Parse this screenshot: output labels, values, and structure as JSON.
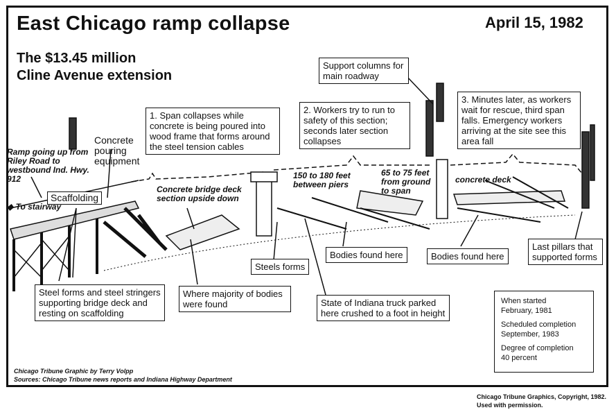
{
  "title": "East Chicago ramp collapse",
  "date": "April 15, 1982",
  "subtitle": [
    "The $13.45 million",
    "Cline Avenue extension"
  ],
  "callouts": {
    "support_columns": "Support columns for main roadway",
    "step1": "1. Span collapses while concrete is being poured into wood frame that forms around the steel tension cables",
    "step2": "2. Workers try to run to safety of this section; seconds later section collapses",
    "step3": "3. Minutes later, as workers wait for rescue, third span falls. Emergency workers arriving at the site see this area fall",
    "ramp": "Ramp going up from Riley Road to westbound Ind. Hwy. 912",
    "concrete_equipment": "Concrete pouring equipment",
    "scaffolding": "Scaffolding",
    "stairway": "To stairway",
    "deck_upside_down": "Concrete bridge deck section upside down",
    "pier_distance": "150 to 180 feet between piers",
    "height": "65 to 75 feet from ground to span",
    "concrete_deck": "concrete deck",
    "steels_forms": "Steels forms",
    "bodies1": "Bodies found here",
    "bodies2": "Bodies found here",
    "last_pillars": "Last pillars that supported forms",
    "steel_stringers": "Steel forms and steel stringers supporting bridge deck and resting on scaffolding",
    "majority_bodies": "Where majority of bodies were found",
    "truck": "State of Indiana truck parked here crushed to a foot in height"
  },
  "facts": {
    "started_label": "When started",
    "started_value": "February, 1981",
    "completion_label": "Scheduled completion",
    "completion_value": "September, 1983",
    "degree_label": "Degree of completion",
    "degree_value": "40 percent"
  },
  "credits": {
    "graphic": "Chicago Tribune Graphic by Terry Volpp",
    "sources": "Sources: Chicago Tribune news reports and Indiana Highway Department",
    "copyright": "Chicago Tribune Graphics, Copyright, 1982.",
    "permission": "Used with permission."
  }
}
